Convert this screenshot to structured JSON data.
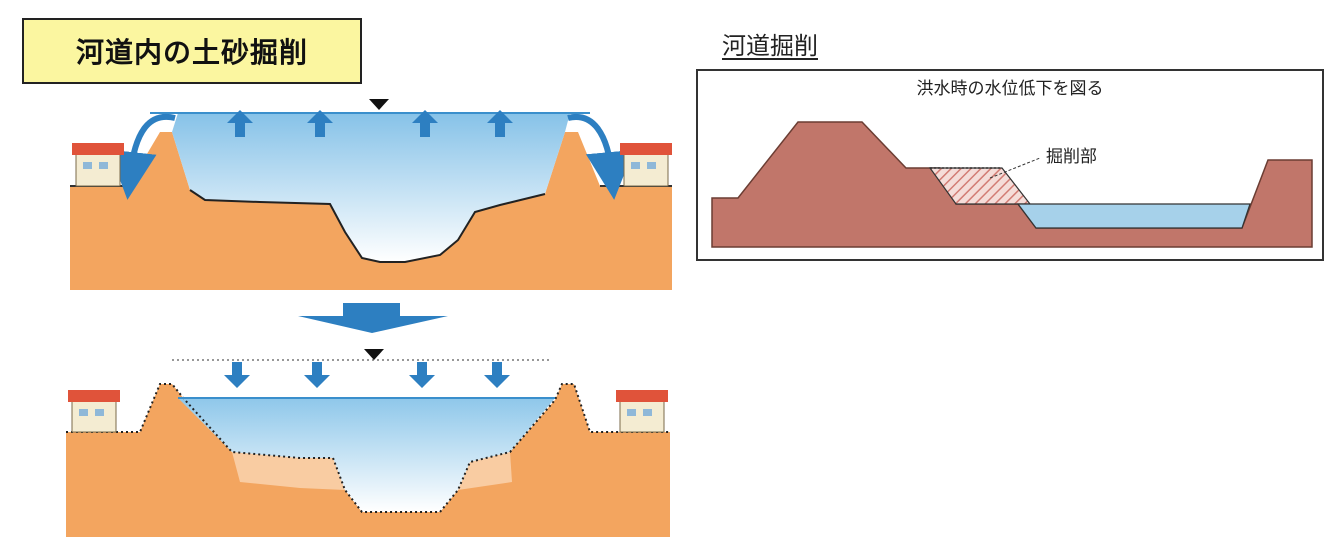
{
  "left": {
    "title": "河道内の土砂掘削"
  },
  "right": {
    "heading": "河道掘削",
    "caption": "洪水時の水位低下を図る",
    "excavation_label": "掘削部"
  },
  "colors": {
    "earth": "#f3a55f",
    "earth_dark": "#e89245",
    "water_top": "#8cc6ea",
    "water_bottom": "#ffffff",
    "arrow_blue": "#2d7fc1",
    "house_roof": "#e0533a",
    "house_wall": "#f4ecd2",
    "title_bg": "#fbf6a0",
    "section_earth": "#c1766a",
    "section_water": "#a6d1ea"
  }
}
